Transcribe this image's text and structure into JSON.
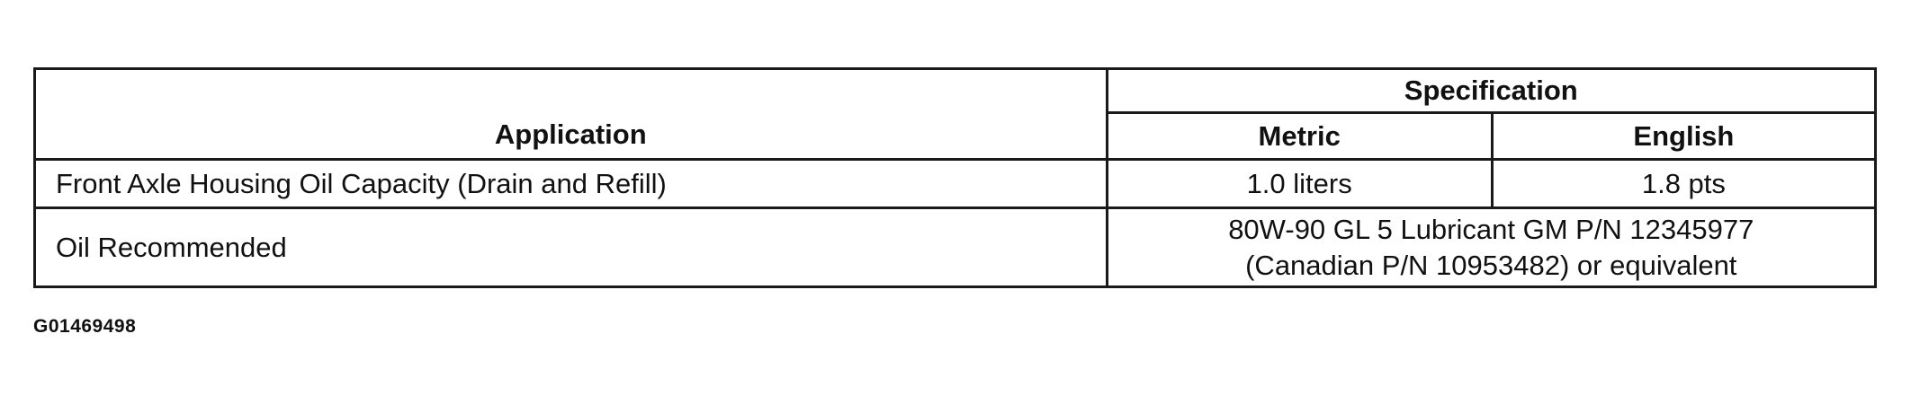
{
  "table": {
    "headers": {
      "application": "Application",
      "specification": "Specification",
      "metric": "Metric",
      "english": "English"
    },
    "rows": [
      {
        "application": "Front Axle Housing Oil Capacity (Drain and Refill)",
        "metric": "1.0 liters",
        "english": "1.8 pts"
      },
      {
        "application": "Oil Recommended",
        "specification_lines": [
          "80W-90 GL 5 Lubricant GM P/N 12345977",
          "(Canadian P/N 10953482) or equivalent"
        ]
      }
    ]
  },
  "figure_id": "G01469498"
}
